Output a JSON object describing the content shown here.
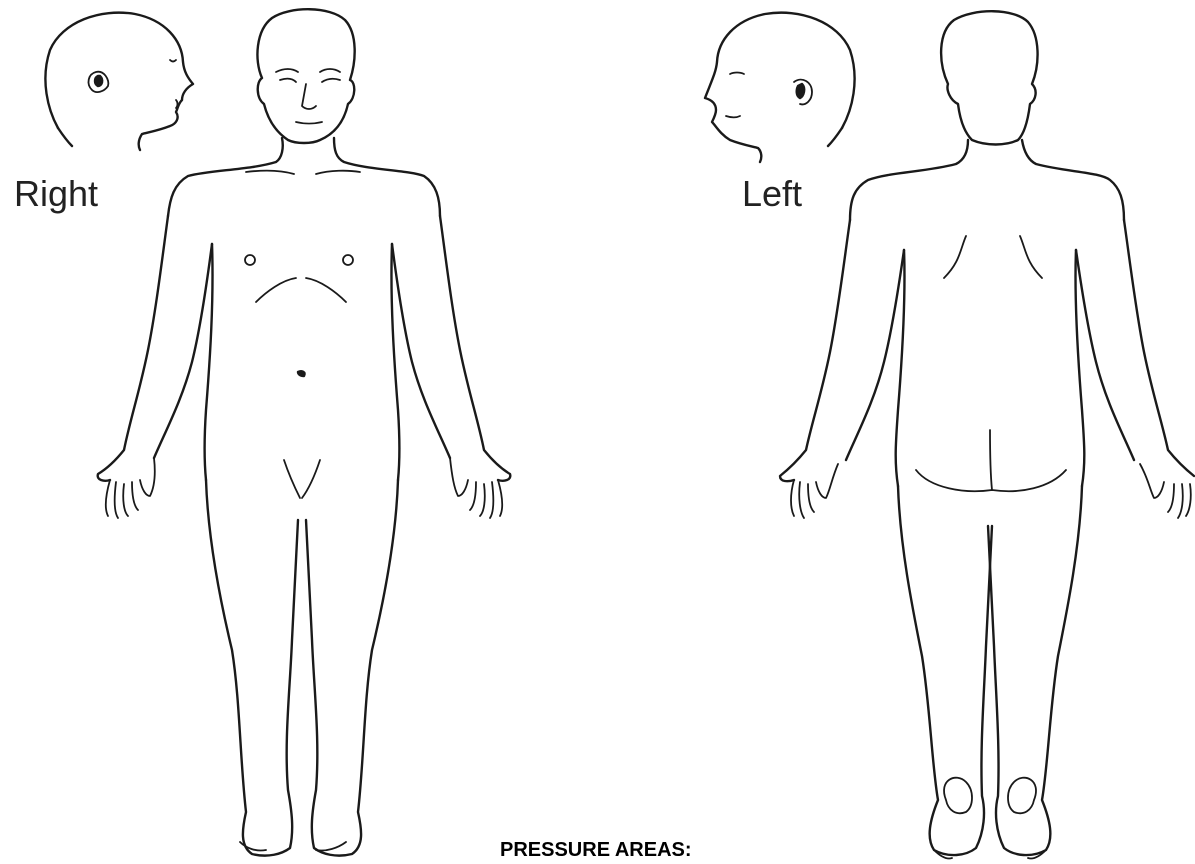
{
  "diagram": {
    "labels": {
      "right": "Right",
      "left": "Left"
    },
    "caption": "PRESSURE AREAS:"
  }
}
